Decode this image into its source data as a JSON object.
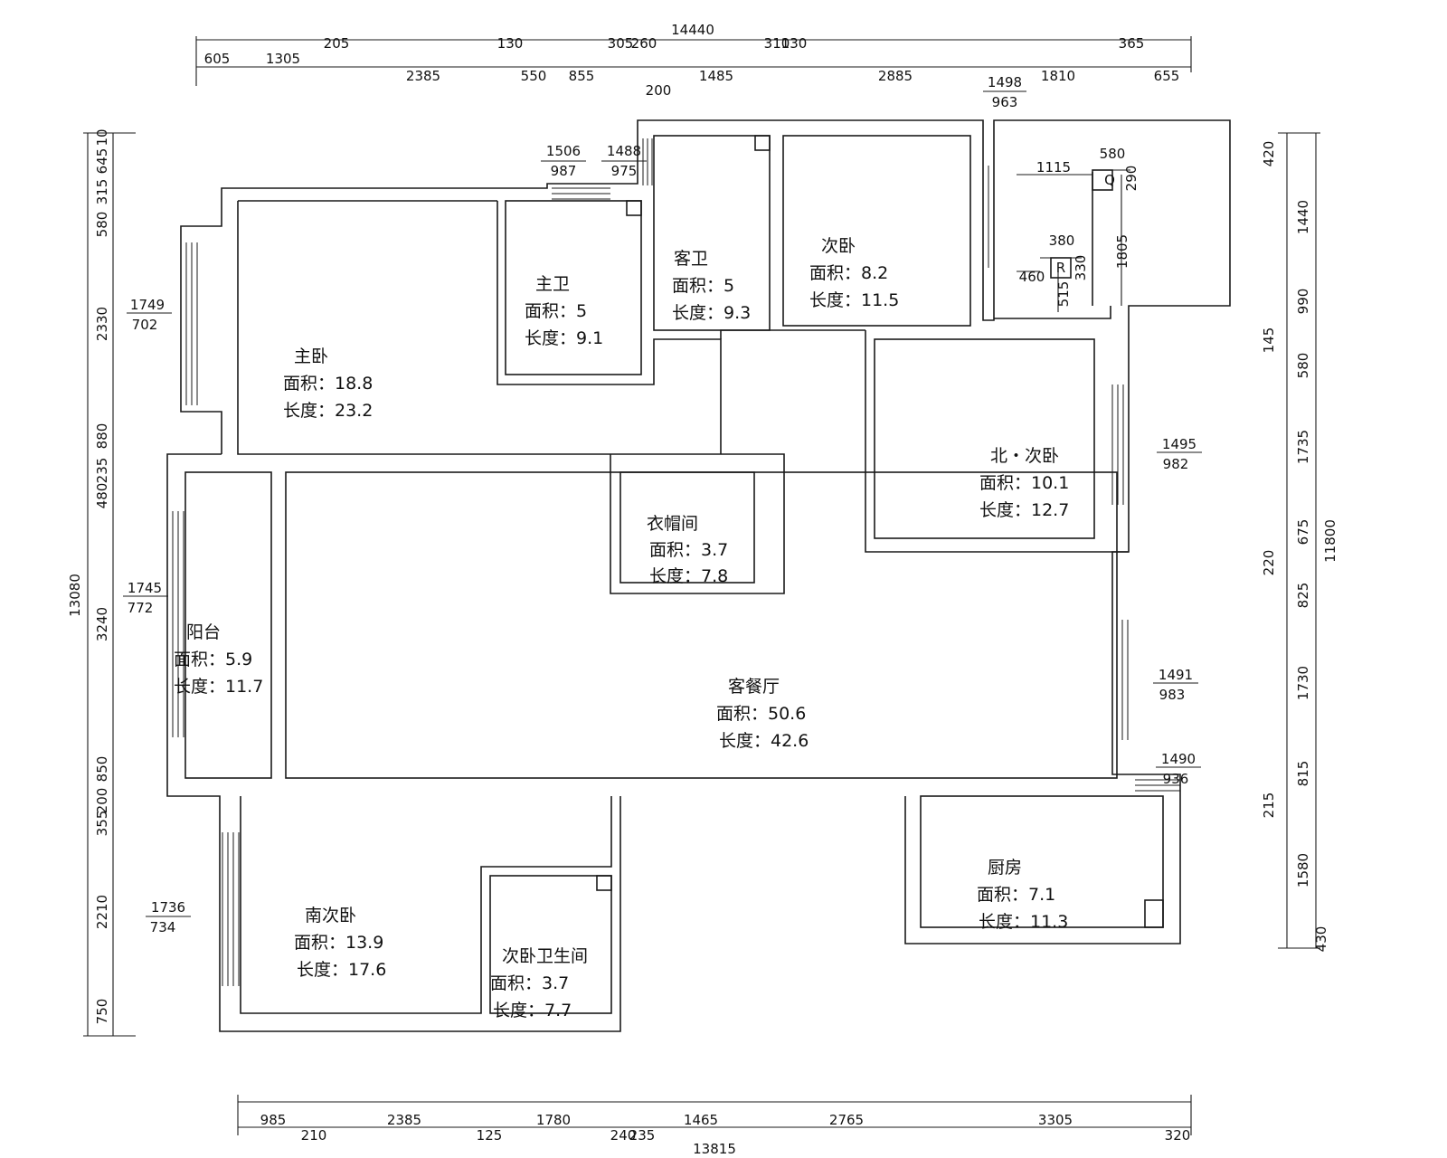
{
  "rooms": {
    "master_bedroom": {
      "name": "主卧",
      "area": "面积：18.8",
      "length": "长度：23.2"
    },
    "master_bath": {
      "name": "主卫",
      "area": "面积：5",
      "length": "长度：9.1"
    },
    "guest_bath": {
      "name": "客卫",
      "area": "面积：5",
      "length": "长度：9.3"
    },
    "second_bedroom": {
      "name": "次卧",
      "area": "面积：8.2",
      "length": "长度：11.5"
    },
    "north_bedroom": {
      "name": "北・次卧",
      "area": "面积：10.1",
      "length": "长度：12.7"
    },
    "cloakroom": {
      "name": "衣帽间",
      "area": "面积：3.7",
      "length": "长度：7.8"
    },
    "balcony": {
      "name": "阳台",
      "area": "面积：5.9",
      "length": "长度：11.7"
    },
    "living_dining": {
      "name": "客餐厅",
      "area": "面积：50.6",
      "length": "长度：42.6"
    },
    "south_bedroom": {
      "name": "南次卧",
      "area": "面积：13.9",
      "length": "长度：17.6"
    },
    "bedroom_bath": {
      "name": "次卧卫生间",
      "area": "面积：3.7",
      "length": "长度：7.7"
    },
    "kitchen": {
      "name": "厨房",
      "area": "面积：7.1",
      "length": "长度：11.3"
    }
  },
  "dims_top": {
    "total": "14440",
    "upper": [
      "205",
      "130",
      "305",
      "260",
      "310",
      "130",
      "365"
    ],
    "lower": [
      "605",
      "1305",
      "2385",
      "550",
      "855",
      "200",
      "1485",
      "2885",
      "1810",
      "655"
    ]
  },
  "dims_bottom": {
    "total": "13815",
    "upper": [
      "985",
      "2385",
      "1780",
      "1465",
      "2765",
      "3305"
    ],
    "lower": [
      "210",
      "125",
      "240",
      "235",
      "320"
    ]
  },
  "dims_left": {
    "total": "13080",
    "segments": [
      "10",
      "645",
      "315",
      "580",
      "2330",
      "880",
      "235",
      "480",
      "3240",
      "850",
      "200",
      "355",
      "2210",
      "750"
    ]
  },
  "dims_right": {
    "total": "11800",
    "segments": [
      "420",
      "1440",
      "990",
      "145",
      "580",
      "1735",
      "220",
      "675",
      "825",
      "1730",
      "215",
      "815",
      "1580",
      "430"
    ]
  },
  "window_tags": [
    {
      "top": "1498",
      "bottom": "963"
    },
    {
      "top": "1506",
      "bottom": "987"
    },
    {
      "top": "1488",
      "bottom": "975"
    },
    {
      "top": "1749",
      "bottom": "702"
    },
    {
      "top": "1745",
      "bottom": "772"
    },
    {
      "top": "1736",
      "bottom": "734"
    },
    {
      "top": "1495",
      "bottom": "982"
    },
    {
      "top": "1491",
      "bottom": "983"
    },
    {
      "top": "1490",
      "bottom": "936"
    }
  ],
  "fixtures": {
    "q_dims": [
      "1115",
      "580",
      "290",
      "1805"
    ],
    "q_label": "Q",
    "r_dims": [
      "380",
      "460",
      "330",
      "515"
    ],
    "r_label": "R"
  }
}
